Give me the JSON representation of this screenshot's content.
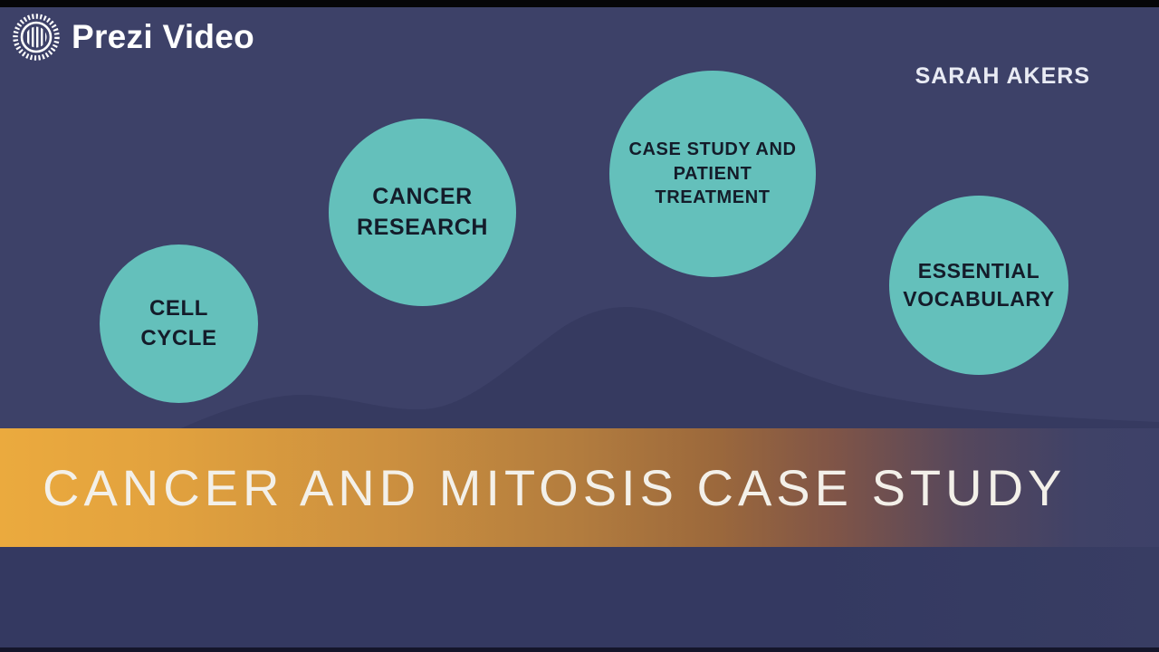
{
  "brand": {
    "name": "Prezi Video",
    "icon": "prezi-sunburst-icon"
  },
  "presenter": "SARAH AKERS",
  "topics": [
    {
      "id": "cell-cycle",
      "lines": [
        "CELL",
        "CYCLE"
      ]
    },
    {
      "id": "cancer-research",
      "lines": [
        "CANCER",
        "RESEARCH"
      ]
    },
    {
      "id": "case-study-and-patient-treatment",
      "lines": [
        "CASE STUDY AND",
        "PATIENT",
        "TREATMENT"
      ]
    },
    {
      "id": "essential-vocabulary",
      "lines": [
        "ESSENTIAL",
        "VOCABULARY"
      ]
    }
  ],
  "banner": {
    "title": "CANCER AND MITOSIS CASE STUDY"
  },
  "colors": {
    "background_navy": "#3d4168",
    "lower_navy": "#343961",
    "mountain_navy": "#363a60",
    "topic_circle_teal": "#64c0bb",
    "topic_text": "#141c2a",
    "banner_orange_start": "#ebaa3e",
    "banner_orange_mid": "#9b683c",
    "title_text": "#f3f0e9",
    "brand_text": "#ffffff"
  }
}
